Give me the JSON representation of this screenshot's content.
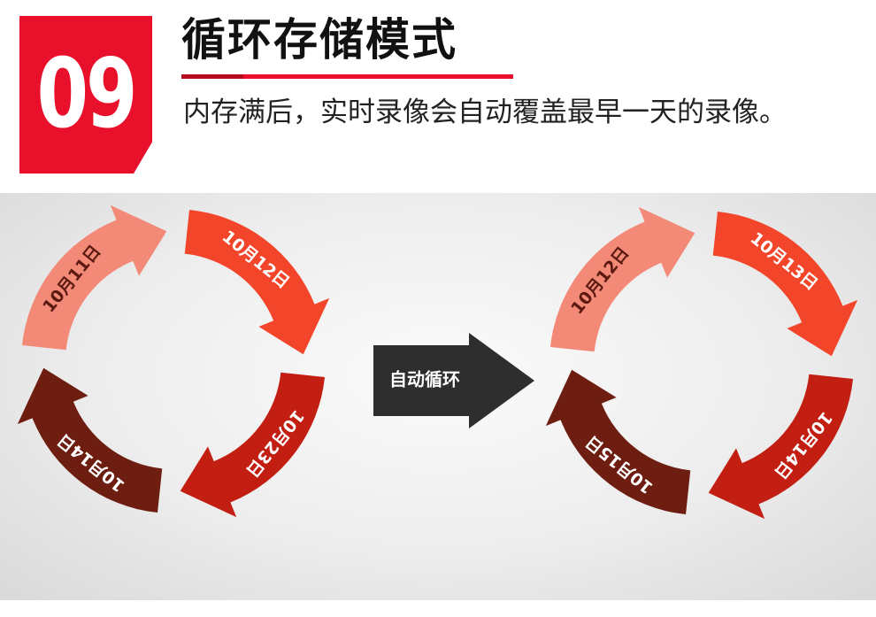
{
  "badge": {
    "number": "09"
  },
  "title": "循环存储模式",
  "subtitle": "内存满后，实时录像会自动覆盖最早一天的录像。",
  "colors": {
    "brand_red": "#e8102a",
    "segment_light": "#f38a78",
    "segment_orange": "#f2452a",
    "segment_red": "#c21f12",
    "segment_dark": "#6d1e10",
    "arrow_gray": "#2e2e2e"
  },
  "cycle_before": {
    "labels": [
      "10月11日",
      "10月12日",
      "10月23日",
      "10月14日"
    ]
  },
  "center_arrow": {
    "label": "自动循环"
  },
  "cycle_after": {
    "labels": [
      "10月12日",
      "10月13日",
      "10月14日",
      "10月15日"
    ]
  }
}
